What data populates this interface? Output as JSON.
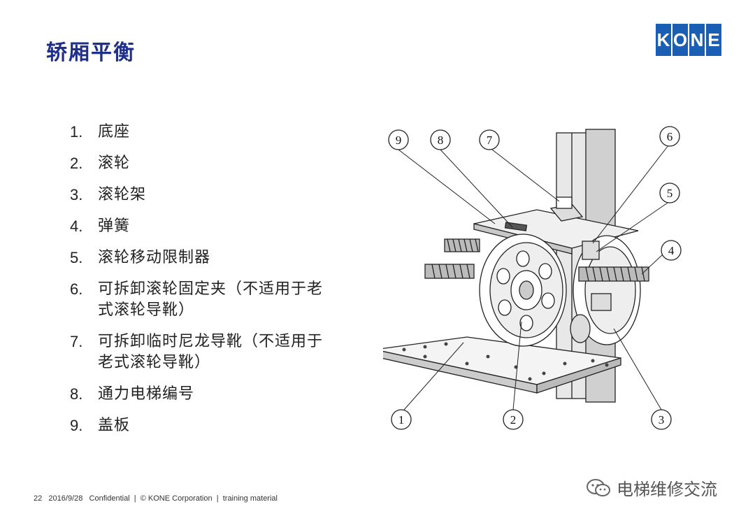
{
  "slide": {
    "title": "轿厢平衡",
    "logo": [
      "K",
      "O",
      "N",
      "E"
    ],
    "items": [
      {
        "num": "1.",
        "text": "底座"
      },
      {
        "num": "2.",
        "text": "滚轮"
      },
      {
        "num": "3.",
        "text": "滚轮架"
      },
      {
        "num": "4.",
        "text": "弹簧"
      },
      {
        "num": "5.",
        "text": "滚轮移动限制器"
      },
      {
        "num": "6.",
        "text": "可拆卸滚轮固定夹（不适用于老式滚轮导靴）"
      },
      {
        "num": "7.",
        "text": "可拆卸临时尼龙导靴（不适用于老式滚轮导靴）"
      },
      {
        "num": "8.",
        "text": "通力电梯编号"
      },
      {
        "num": "9.",
        "text": "盖板"
      }
    ],
    "callouts": [
      "1",
      "2",
      "3",
      "4",
      "5",
      "6",
      "7",
      "8",
      "9"
    ]
  },
  "footer": {
    "page": "22",
    "date": "2016/9/28",
    "confidential": "Confidential",
    "sep": "|",
    "corp": "© KONE Corporation",
    "material": "training material"
  },
  "watermark": {
    "text": "电梯维修交流",
    "icon": "wechat-icon"
  },
  "colors": {
    "title": "#1f2f8c",
    "logo_blue": "#1a5fb4"
  }
}
